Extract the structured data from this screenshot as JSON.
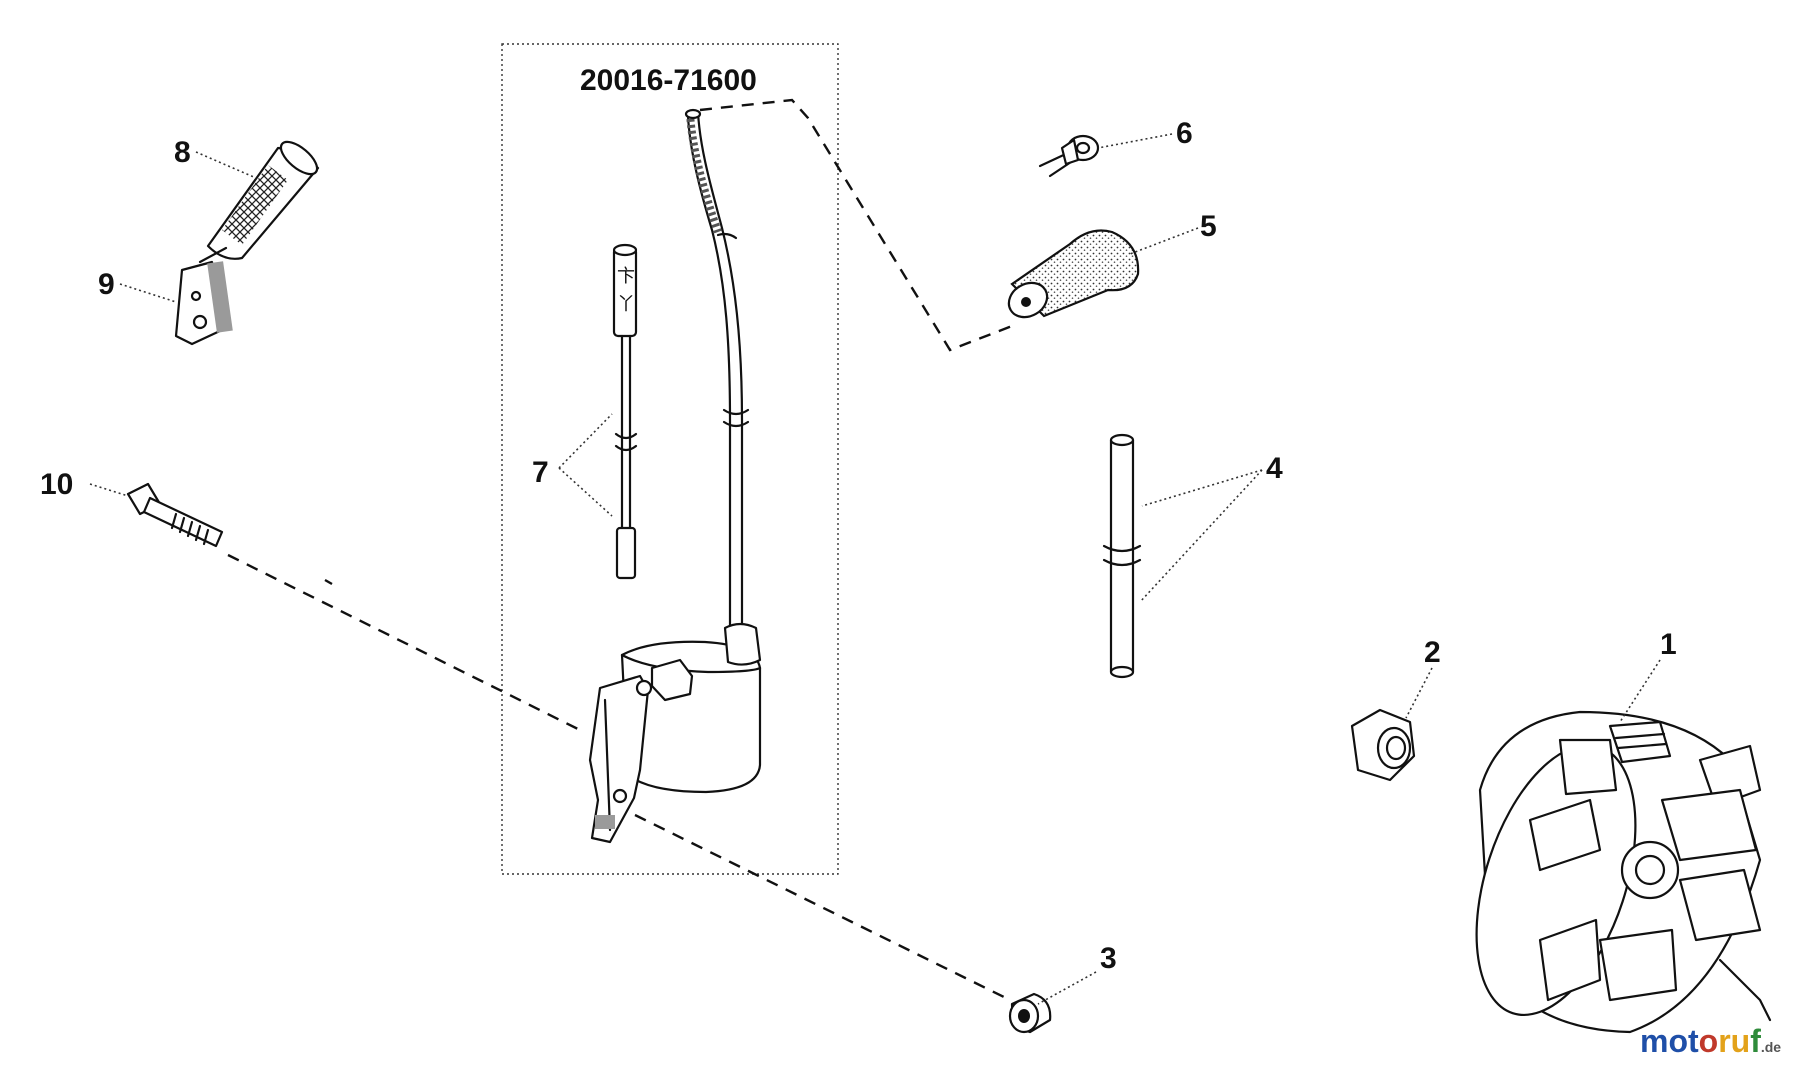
{
  "assembly": {
    "part_number": "20016-71600"
  },
  "callouts": [
    "1",
    "2",
    "3",
    "4",
    "5",
    "6",
    "7",
    "8",
    "9",
    "10"
  ],
  "watermark": {
    "text": "motoruf",
    "suffix": ".de",
    "colors": [
      "#1f4fa8",
      "#c0392b",
      "#e3a21a",
      "#2e8b3a"
    ]
  }
}
